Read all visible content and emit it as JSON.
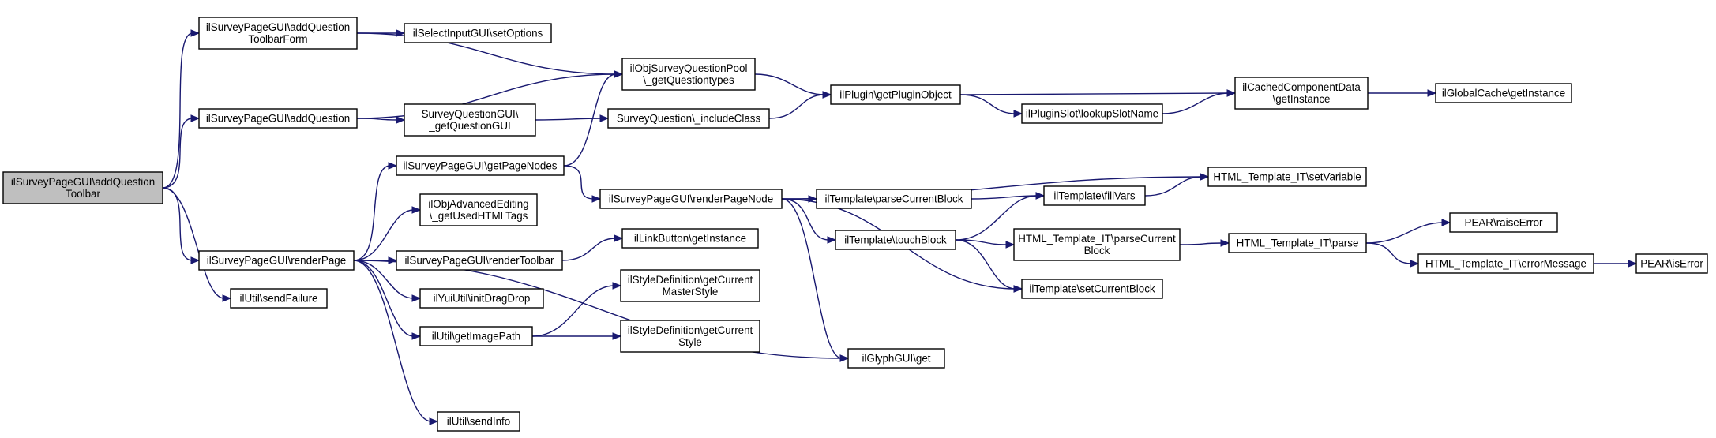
{
  "graph": {
    "colors": {
      "edge": "#191970",
      "node_fill": "#ffffff",
      "root_fill": "#bfbfbf",
      "border": "#000000"
    },
    "nodes": [
      {
        "id": "root",
        "lines": [
          "ilSurveyPageGUI\\addQuestion",
          "Toolbar"
        ],
        "root": true
      },
      {
        "id": "addQuestionToolbarForm",
        "lines": [
          "ilSurveyPageGUI\\addQuestion",
          "ToolbarForm"
        ]
      },
      {
        "id": "setOptions",
        "lines": [
          "ilSelectInputGUI\\setOptions"
        ]
      },
      {
        "id": "addQuestion",
        "lines": [
          "ilSurveyPageGUI\\addQuestion"
        ]
      },
      {
        "id": "getQuestionGUI",
        "lines": [
          "SurveyQuestionGUI\\",
          "_getQuestionGUI"
        ]
      },
      {
        "id": "getPageNodes",
        "lines": [
          "ilSurveyPageGUI\\getPageNodes"
        ]
      },
      {
        "id": "renderPage",
        "lines": [
          "ilSurveyPageGUI\\renderPage"
        ]
      },
      {
        "id": "sendFailure",
        "lines": [
          "ilUtil\\sendFailure"
        ]
      },
      {
        "id": "getUsedHTMLTags",
        "lines": [
          "ilObjAdvancedEditing",
          "\\_getUsedHTMLTags"
        ]
      },
      {
        "id": "renderToolbar",
        "lines": [
          "ilSurveyPageGUI\\renderToolbar"
        ]
      },
      {
        "id": "initDragDrop",
        "lines": [
          "ilYuiUtil\\initDragDrop"
        ]
      },
      {
        "id": "getImagePath",
        "lines": [
          "ilUtil\\getImagePath"
        ]
      },
      {
        "id": "sendInfo",
        "lines": [
          "ilUtil\\sendInfo"
        ]
      },
      {
        "id": "getQuestiontypes",
        "lines": [
          "ilObjSurveyQuestionPool",
          "\\_getQuestiontypes"
        ]
      },
      {
        "id": "includeClass",
        "lines": [
          "SurveyQuestion\\_includeClass"
        ]
      },
      {
        "id": "renderPageNode",
        "lines": [
          "ilSurveyPageGUI\\renderPageNode"
        ]
      },
      {
        "id": "linkGetInstance",
        "lines": [
          "ilLinkButton\\getInstance"
        ]
      },
      {
        "id": "getCurrentMasterStyle",
        "lines": [
          "ilStyleDefinition\\getCurrent",
          "MasterStyle"
        ]
      },
      {
        "id": "getCurrentStyle",
        "lines": [
          "ilStyleDefinition\\getCurrent",
          "Style"
        ]
      },
      {
        "id": "getPluginObject",
        "lines": [
          "ilPlugin\\getPluginObject"
        ]
      },
      {
        "id": "parseCurrentBlock",
        "lines": [
          "ilTemplate\\parseCurrentBlock"
        ]
      },
      {
        "id": "touchBlock",
        "lines": [
          "ilTemplate\\touchBlock"
        ]
      },
      {
        "id": "glyphGet",
        "lines": [
          "ilGlyphGUI\\get"
        ]
      },
      {
        "id": "lookupSlotName",
        "lines": [
          "ilPluginSlot\\lookupSlotName"
        ]
      },
      {
        "id": "fillVars",
        "lines": [
          "ilTemplate\\fillVars"
        ]
      },
      {
        "id": "itParseCurrentBlock",
        "lines": [
          "HTML_Template_IT\\parseCurrent",
          "Block"
        ]
      },
      {
        "id": "setCurrentBlock",
        "lines": [
          "ilTemplate\\setCurrentBlock"
        ]
      },
      {
        "id": "cachedGetInstance",
        "lines": [
          "ilCachedComponentData",
          "\\getInstance"
        ]
      },
      {
        "id": "setVariable",
        "lines": [
          "HTML_Template_IT\\setVariable"
        ]
      },
      {
        "id": "itParse",
        "lines": [
          "HTML_Template_IT\\parse"
        ]
      },
      {
        "id": "globalCacheGetInstance",
        "lines": [
          "ilGlobalCache\\getInstance"
        ]
      },
      {
        "id": "raiseError",
        "lines": [
          "PEAR\\raiseError"
        ]
      },
      {
        "id": "errorMessage",
        "lines": [
          "HTML_Template_IT\\errorMessage"
        ]
      },
      {
        "id": "isError",
        "lines": [
          "PEAR\\isError"
        ]
      }
    ],
    "edges": [
      [
        "root",
        "addQuestionToolbarForm"
      ],
      [
        "root",
        "addQuestion"
      ],
      [
        "root",
        "renderPage"
      ],
      [
        "root",
        "sendFailure"
      ],
      [
        "addQuestionToolbarForm",
        "setOptions"
      ],
      [
        "addQuestionToolbarForm",
        "getQuestiontypes"
      ],
      [
        "addQuestion",
        "getQuestiontypes"
      ],
      [
        "addQuestion",
        "getQuestionGUI"
      ],
      [
        "getQuestionGUI",
        "includeClass"
      ],
      [
        "getPageNodes",
        "getQuestiontypes"
      ],
      [
        "getPageNodes",
        "renderPageNode"
      ],
      [
        "renderPage",
        "getPageNodes"
      ],
      [
        "renderPage",
        "getUsedHTMLTags"
      ],
      [
        "renderPage",
        "renderToolbar"
      ],
      [
        "renderPage",
        "initDragDrop"
      ],
      [
        "renderPage",
        "getImagePath"
      ],
      [
        "renderPage",
        "sendInfo"
      ],
      [
        "renderPage",
        "glyphGet"
      ],
      [
        "renderToolbar",
        "linkGetInstance"
      ],
      [
        "getImagePath",
        "getCurrentMasterStyle"
      ],
      [
        "getImagePath",
        "getCurrentStyle"
      ],
      [
        "getQuestiontypes",
        "getPluginObject"
      ],
      [
        "includeClass",
        "getPluginObject"
      ],
      [
        "getPluginObject",
        "cachedGetInstance"
      ],
      [
        "getPluginObject",
        "lookupSlotName"
      ],
      [
        "lookupSlotName",
        "cachedGetInstance"
      ],
      [
        "cachedGetInstance",
        "globalCacheGetInstance"
      ],
      [
        "renderPageNode",
        "setVariable"
      ],
      [
        "renderPageNode",
        "parseCurrentBlock"
      ],
      [
        "renderPageNode",
        "touchBlock"
      ],
      [
        "renderPageNode",
        "setCurrentBlock"
      ],
      [
        "renderPageNode",
        "glyphGet"
      ],
      [
        "parseCurrentBlock",
        "fillVars"
      ],
      [
        "touchBlock",
        "fillVars"
      ],
      [
        "touchBlock",
        "itParseCurrentBlock"
      ],
      [
        "touchBlock",
        "setCurrentBlock"
      ],
      [
        "fillVars",
        "setVariable"
      ],
      [
        "itParseCurrentBlock",
        "itParse"
      ],
      [
        "itParse",
        "raiseError"
      ],
      [
        "itParse",
        "errorMessage"
      ],
      [
        "errorMessage",
        "isError"
      ]
    ]
  }
}
